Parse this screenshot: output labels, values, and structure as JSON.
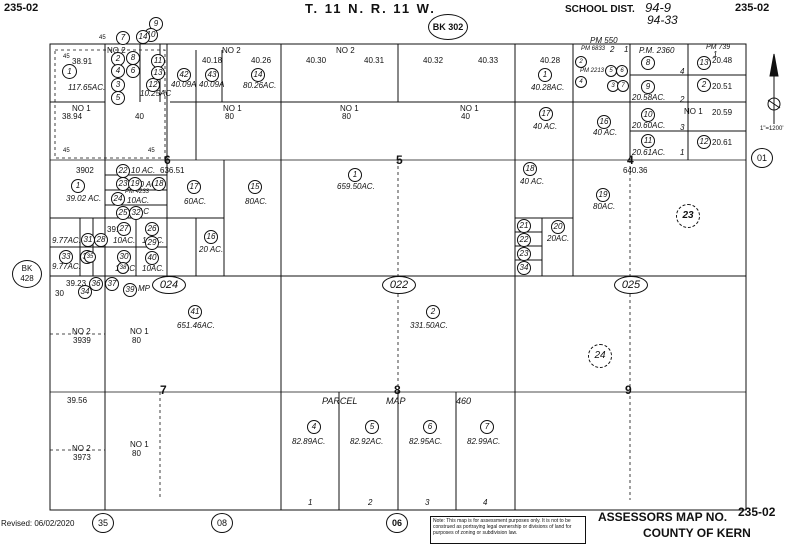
{
  "header": {
    "map_no_left": "235-02",
    "township": "T. 11 N. R. 11 W.",
    "book": "BK 302",
    "school_dist_label": "SCHOOL DIST.",
    "school_dist_1": "94-9",
    "school_dist_2": "94-33",
    "map_no_right": "235-02"
  },
  "sections": [
    "6",
    "5",
    "4",
    "7",
    "8",
    "9"
  ],
  "areas": [
    {
      "id": "a1",
      "text": "40.18"
    },
    {
      "id": "a2",
      "text": "NO 2"
    },
    {
      "id": "a3",
      "text": "40.26"
    },
    {
      "id": "a4",
      "text": "40.30"
    },
    {
      "id": "a5",
      "text": "NO 2"
    },
    {
      "id": "a6",
      "text": "40.31"
    },
    {
      "id": "a7",
      "text": "40.32"
    },
    {
      "id": "a8",
      "text": "40.33"
    },
    {
      "id": "a9",
      "text": "NO 1"
    },
    {
      "id": "a10",
      "text": "80"
    },
    {
      "id": "a11",
      "text": "NO 1"
    },
    {
      "id": "a12",
      "text": "80"
    },
    {
      "id": "a13",
      "text": "NO 1"
    },
    {
      "id": "a14",
      "text": "38.94"
    },
    {
      "id": "a15",
      "text": "40"
    },
    {
      "id": "a16",
      "text": "40.28"
    },
    {
      "id": "a17",
      "text": "NO 1"
    },
    {
      "id": "a18",
      "text": "40"
    },
    {
      "id": "a19",
      "text": "3902"
    },
    {
      "id": "a20",
      "text": "636.51"
    },
    {
      "id": "a21",
      "text": "640.36"
    },
    {
      "id": "a22",
      "text": "NO 2"
    },
    {
      "id": "a23",
      "text": "3939"
    },
    {
      "id": "a24",
      "text": "NO 1"
    },
    {
      "id": "a25",
      "text": "80"
    },
    {
      "id": "a26",
      "text": "39.56"
    },
    {
      "id": "a27",
      "text": "NO 2"
    },
    {
      "id": "a28",
      "text": "3973"
    },
    {
      "id": "a29",
      "text": "NO 1"
    },
    {
      "id": "a30",
      "text": "80"
    },
    {
      "id": "a31",
      "text": "38.91"
    },
    {
      "id": "a32",
      "text": "NO 2"
    },
    {
      "id": "a33",
      "text": "3910"
    },
    {
      "id": "a34",
      "text": "30"
    },
    {
      "id": "a35",
      "text": "39.23"
    },
    {
      "id": "a36",
      "text": "45"
    },
    {
      "id": "a37",
      "text": "45"
    },
    {
      "id": "a38",
      "text": "45"
    },
    {
      "id": "a39",
      "text": "45"
    },
    {
      "id": "a40",
      "text": "20.48"
    },
    {
      "id": "a41",
      "text": "NO 1"
    },
    {
      "id": "a42",
      "text": "20.59"
    },
    {
      "id": "a43",
      "text": "20.61"
    },
    {
      "id": "a44",
      "text": "20.51"
    },
    {
      "id": "a45",
      "text": "P.M. 2360"
    },
    {
      "id": "a46",
      "text": "PM 739"
    },
    {
      "id": "a47",
      "text": "PM 550"
    },
    {
      "id": "a48",
      "text": "PM 4233"
    },
    {
      "id": "a49",
      "text": "PM 6833"
    },
    {
      "id": "a50",
      "text": "PM 2213"
    },
    {
      "id": "a51",
      "text": "PARCEL"
    },
    {
      "id": "a52",
      "text": "MAP"
    },
    {
      "id": "a53",
      "text": "460"
    },
    {
      "id": "a54",
      "text": "1"
    },
    {
      "id": "a55",
      "text": "2"
    },
    {
      "id": "a56",
      "text": "3"
    },
    {
      "id": "a57",
      "text": "4"
    },
    {
      "id": "a58",
      "text": "1"
    },
    {
      "id": "a59",
      "text": "2"
    },
    {
      "id": "a60",
      "text": "3"
    },
    {
      "id": "a61",
      "text": "4"
    },
    {
      "id": "a62",
      "text": "MP"
    },
    {
      "id": "a63",
      "text": "1"
    },
    {
      "id": "a64",
      "text": "2"
    },
    {
      "id": "a65",
      "text": "1"
    }
  ],
  "acreages": [
    {
      "id": "c1",
      "text": "117.65AC."
    },
    {
      "id": "c2",
      "text": "10.25AC"
    },
    {
      "id": "c3",
      "text": "40.09A"
    },
    {
      "id": "c4",
      "text": "40.09A"
    },
    {
      "id": "c5",
      "text": "80.26AC."
    },
    {
      "id": "c6",
      "text": "659.50AC."
    },
    {
      "id": "c7",
      "text": "40.28AC."
    },
    {
      "id": "c8",
      "text": "40 AC."
    },
    {
      "id": "c9",
      "text": "40 AC."
    },
    {
      "id": "c10",
      "text": "20.58AC."
    },
    {
      "id": "c11",
      "text": "20.60AC."
    },
    {
      "id": "c12",
      "text": "20.61AC."
    },
    {
      "id": "c13",
      "text": "10 AC."
    },
    {
      "id": "c14",
      "text": "10 AC."
    },
    {
      "id": "c15",
      "text": "39.02 AC."
    },
    {
      "id": "c16",
      "text": "60AC."
    },
    {
      "id": "c17",
      "text": "80AC."
    },
    {
      "id": "c18",
      "text": "40 AC."
    },
    {
      "id": "c19",
      "text": "80AC."
    },
    {
      "id": "c20",
      "text": "10AC."
    },
    {
      "id": "c21",
      "text": "9.77AC."
    },
    {
      "id": "c22",
      "text": "10AC"
    },
    {
      "id": "c23",
      "text": "10AC."
    },
    {
      "id": "c24",
      "text": "10AC."
    },
    {
      "id": "c25",
      "text": "20 AC."
    },
    {
      "id": "c26",
      "text": "10AC."
    },
    {
      "id": "c27",
      "text": "10AC."
    },
    {
      "id": "c28",
      "text": "9.77AC."
    },
    {
      "id": "c29",
      "text": "20AC."
    },
    {
      "id": "c30",
      "text": "651.46AC."
    },
    {
      "id": "c31",
      "text": "331.50AC."
    },
    {
      "id": "c32",
      "text": "82.89AC."
    },
    {
      "id": "c33",
      "text": "82.92AC."
    },
    {
      "id": "c34",
      "text": "82.95AC."
    },
    {
      "id": "c35",
      "text": "82.99AC."
    }
  ],
  "parcels": [
    {
      "id": "p1",
      "num": "1"
    },
    {
      "id": "p2",
      "num": "2"
    },
    {
      "id": "p3",
      "num": "3"
    },
    {
      "id": "p4",
      "num": "4"
    },
    {
      "id": "p5",
      "num": "5"
    },
    {
      "id": "p6",
      "num": "6"
    },
    {
      "id": "p7",
      "num": "7"
    },
    {
      "id": "p8",
      "num": "8"
    },
    {
      "id": "p9",
      "num": "9"
    },
    {
      "id": "p10",
      "num": "10"
    },
    {
      "id": "p11",
      "num": "11"
    },
    {
      "id": "p12",
      "num": "12"
    },
    {
      "id": "p13",
      "num": "13"
    },
    {
      "id": "p14",
      "num": "14"
    },
    {
      "id": "p15",
      "num": "42"
    },
    {
      "id": "p16",
      "num": "43"
    },
    {
      "id": "p17",
      "num": "14"
    },
    {
      "id": "p18",
      "num": "1"
    },
    {
      "id": "p19",
      "num": "1"
    },
    {
      "id": "p20",
      "num": "2"
    },
    {
      "id": "p21",
      "num": "3"
    },
    {
      "id": "p22",
      "num": "4"
    },
    {
      "id": "p23",
      "num": "5"
    },
    {
      "id": "p24",
      "num": "6"
    },
    {
      "id": "p25",
      "num": "7"
    },
    {
      "id": "p26",
      "num": "17"
    },
    {
      "id": "p27",
      "num": "16"
    },
    {
      "id": "p28",
      "num": "8"
    },
    {
      "id": "p29",
      "num": "9"
    },
    {
      "id": "p30",
      "num": "10"
    },
    {
      "id": "p31",
      "num": "11"
    },
    {
      "id": "p32",
      "num": "13"
    },
    {
      "id": "p33",
      "num": "2"
    },
    {
      "id": "p34",
      "num": "12"
    },
    {
      "id": "p35",
      "num": "22"
    },
    {
      "id": "p36",
      "num": "23"
    },
    {
      "id": "p37",
      "num": "19"
    },
    {
      "id": "p38",
      "num": "18"
    },
    {
      "id": "p39",
      "num": "24"
    },
    {
      "id": "p40",
      "num": "25"
    },
    {
      "id": "p41",
      "num": "17"
    },
    {
      "id": "p42",
      "num": "15"
    },
    {
      "id": "p43",
      "num": "1"
    },
    {
      "id": "p44",
      "num": "18"
    },
    {
      "id": "p45",
      "num": "19"
    },
    {
      "id": "p46",
      "num": "32"
    },
    {
      "id": "p47",
      "num": "27"
    },
    {
      "id": "p48",
      "num": "26"
    },
    {
      "id": "p49",
      "num": "31"
    },
    {
      "id": "p50",
      "num": "28"
    },
    {
      "id": "p51",
      "num": "30"
    },
    {
      "id": "p52",
      "num": "29"
    },
    {
      "id": "p53",
      "num": "33"
    },
    {
      "id": "p54",
      "num": "39"
    },
    {
      "id": "p55",
      "num": "38"
    },
    {
      "id": "p56",
      "num": "40"
    },
    {
      "id": "p57",
      "num": "16"
    },
    {
      "id": "p58",
      "num": "21"
    },
    {
      "id": "p59",
      "num": "22"
    },
    {
      "id": "p60",
      "num": "23"
    },
    {
      "id": "p61",
      "num": "34"
    },
    {
      "id": "p62",
      "num": "20"
    },
    {
      "id": "p63",
      "num": "36"
    },
    {
      "id": "p64",
      "num": "37"
    },
    {
      "id": "p65",
      "num": "35"
    },
    {
      "id": "p66",
      "num": "34"
    },
    {
      "id": "p67",
      "num": "39"
    },
    {
      "id": "p68",
      "num": "41"
    },
    {
      "id": "p69",
      "num": "2"
    },
    {
      "id": "p70",
      "num": "4"
    },
    {
      "id": "p71",
      "num": "5"
    },
    {
      "id": "p72",
      "num": "6"
    },
    {
      "id": "p73",
      "num": "7"
    }
  ],
  "dashed_parcels": [
    {
      "id": "d1",
      "num": "23"
    },
    {
      "id": "d2",
      "num": "24"
    }
  ],
  "ovals": [
    {
      "id": "o1",
      "text": "024"
    },
    {
      "id": "o2",
      "text": "022"
    },
    {
      "id": "o3",
      "text": "025"
    }
  ],
  "edge_refs": [
    {
      "id": "e1",
      "text": "01"
    },
    {
      "id": "e2",
      "text": "35"
    },
    {
      "id": "e3",
      "text": "08"
    },
    {
      "id": "e4",
      "text": "06"
    }
  ],
  "bk_left": {
    "line1": "BK",
    "line2": "428"
  },
  "north_scale": "1\"=1200'",
  "footer": {
    "revised": "Revised: 06/02/2020",
    "note": "Note: This map is for assessment purposes only. It is not to be construed as portraying legal ownership or divisions of land for purposes of zoning or subdivision law.",
    "assessor_label": "ASSESSORS MAP NO.",
    "assessor_no": "235-02",
    "county": "COUNTY OF KERN"
  },
  "colors": {
    "ink": "#111111",
    "paper": "#ffffff"
  }
}
